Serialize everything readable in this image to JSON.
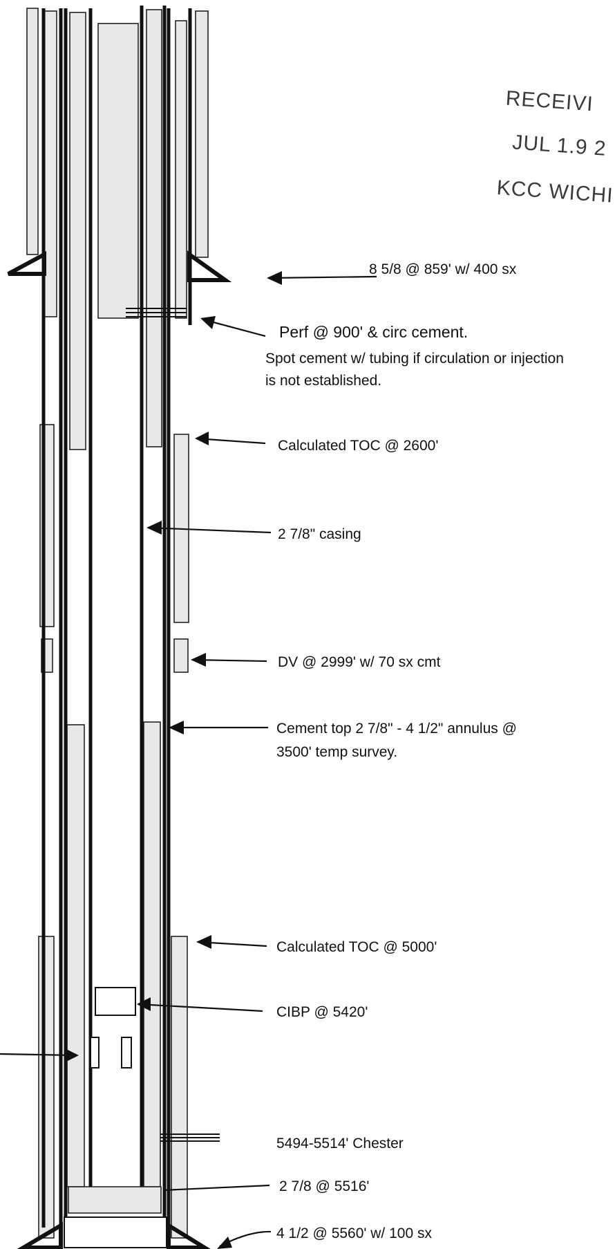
{
  "stamp": {
    "line1": "RECEIVI",
    "line2": "JUL 1.9 2",
    "line3": "KCC WICHI"
  },
  "annotations": {
    "surface_casing": "8 5/8 @ 859' w/ 400 sx",
    "perf_line1": "Perf @ 900' & circ cement.",
    "perf_line2": "Spot cement w/ tubing if circulation or injection",
    "perf_line3": "is not established.",
    "toc_2600": "Calculated TOC @ 2600'",
    "casing": "2 7/8\" casing",
    "dv": "DV @ 2999' w/ 70 sx cmt",
    "cement_top_line1": "Cement top 2 7/8\" - 4 1/2\" annulus @",
    "cement_top_line2": "3500' temp survey.",
    "toc_5000": "Calculated TOC @ 5000'",
    "cibp": "CIBP @ 5420'",
    "chester": "5494-5514'  Chester",
    "shoe_278": "2 7/8 @ 5516'",
    "shoe_412": "4 1/2 @ 5560' w/ 100 sx"
  }
}
